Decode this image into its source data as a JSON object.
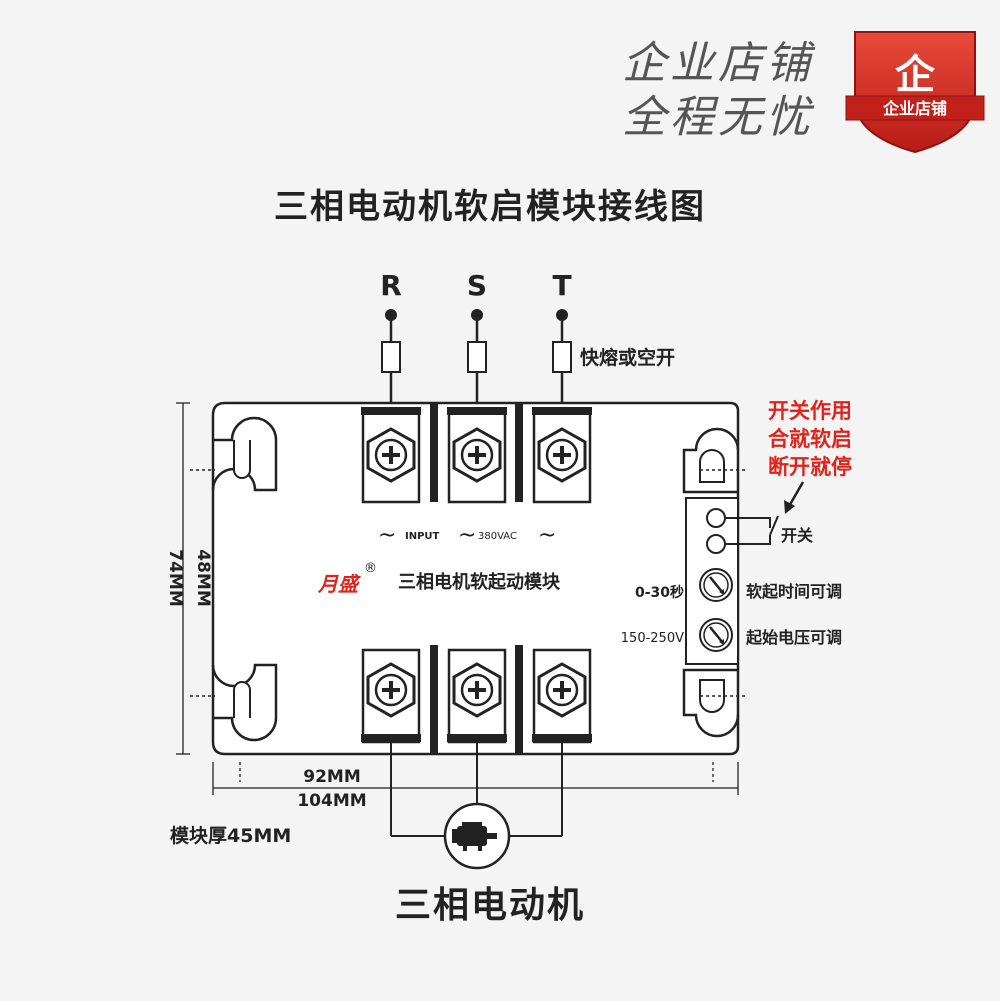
{
  "store_slogan": {
    "line1": "企业店铺",
    "line2": "全程无忧"
  },
  "badge": {
    "glyph": "企",
    "label": "企业店铺",
    "color": "#d42a22"
  },
  "title": "三相电动机软启模块接线图",
  "phases": [
    "R",
    "S",
    "T"
  ],
  "fuse_label": "快熔或空开",
  "switch_note": [
    "开关作用",
    "合就软启",
    "断开就停"
  ],
  "switch_label": "开关",
  "input_label": "INPUT",
  "input_voltage": "380VAC",
  "ac_symbol": "~",
  "brand": "月盛",
  "registered_mark": "®",
  "module_name": "三相电机软起动模块",
  "knobs": [
    {
      "range": "0-30秒",
      "desc": "软起时间可调"
    },
    {
      "range": "150-250V",
      "desc": "起始电压可调"
    }
  ],
  "dims": {
    "inner_width": "92MM",
    "outer_width": "104MM",
    "inner_height": "48MM",
    "outer_height": "74MM",
    "thickness": "模块厚45MM"
  },
  "motor_label": "三相电动机",
  "colors": {
    "accent_red": "#e0231b",
    "line": "#222222",
    "background": "#f4f4f4"
  }
}
